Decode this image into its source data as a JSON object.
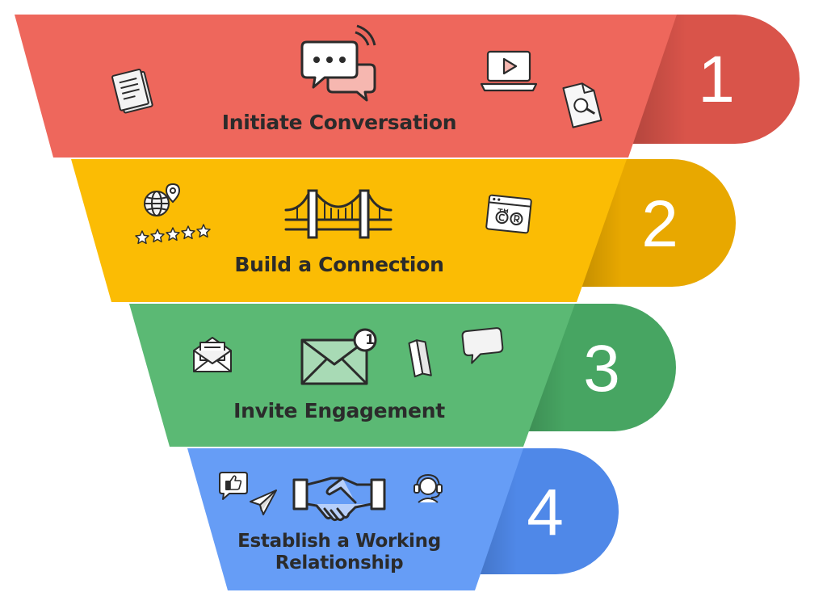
{
  "stages": [
    {
      "number": "1",
      "title": "Initiate Conversation",
      "color": "#EE675C",
      "color_dark": "#D9544A"
    },
    {
      "number": "2",
      "title": "Build a Connection",
      "color": "#FBBC04",
      "color_dark": "#E8A800"
    },
    {
      "number": "3",
      "title": "Invite Engagement",
      "color": "#5BB974",
      "color_dark": "#47A562"
    },
    {
      "number": "4",
      "title_lines": [
        "Establish a Working",
        "Relationship"
      ],
      "color": "#669DF6",
      "color_dark": "#4F88E8"
    }
  ],
  "icons": {
    "stage1": [
      "document-icon",
      "chat-bubbles-icon",
      "laptop-video-icon",
      "file-search-icon"
    ],
    "stage2": [
      "globe-pin-icon",
      "five-stars-icon",
      "bridge-icon",
      "copyright-trademark-icon"
    ],
    "stage3": [
      "open-envelope-icon",
      "envelope-notification-icon",
      "notification-count",
      "leaflet-icon",
      "speech-bubble-icon"
    ],
    "stage4": [
      "thumbs-up-icon",
      "paper-plane-icon",
      "handshake-icon",
      "support-agent-icon"
    ]
  },
  "notification_count": "1"
}
